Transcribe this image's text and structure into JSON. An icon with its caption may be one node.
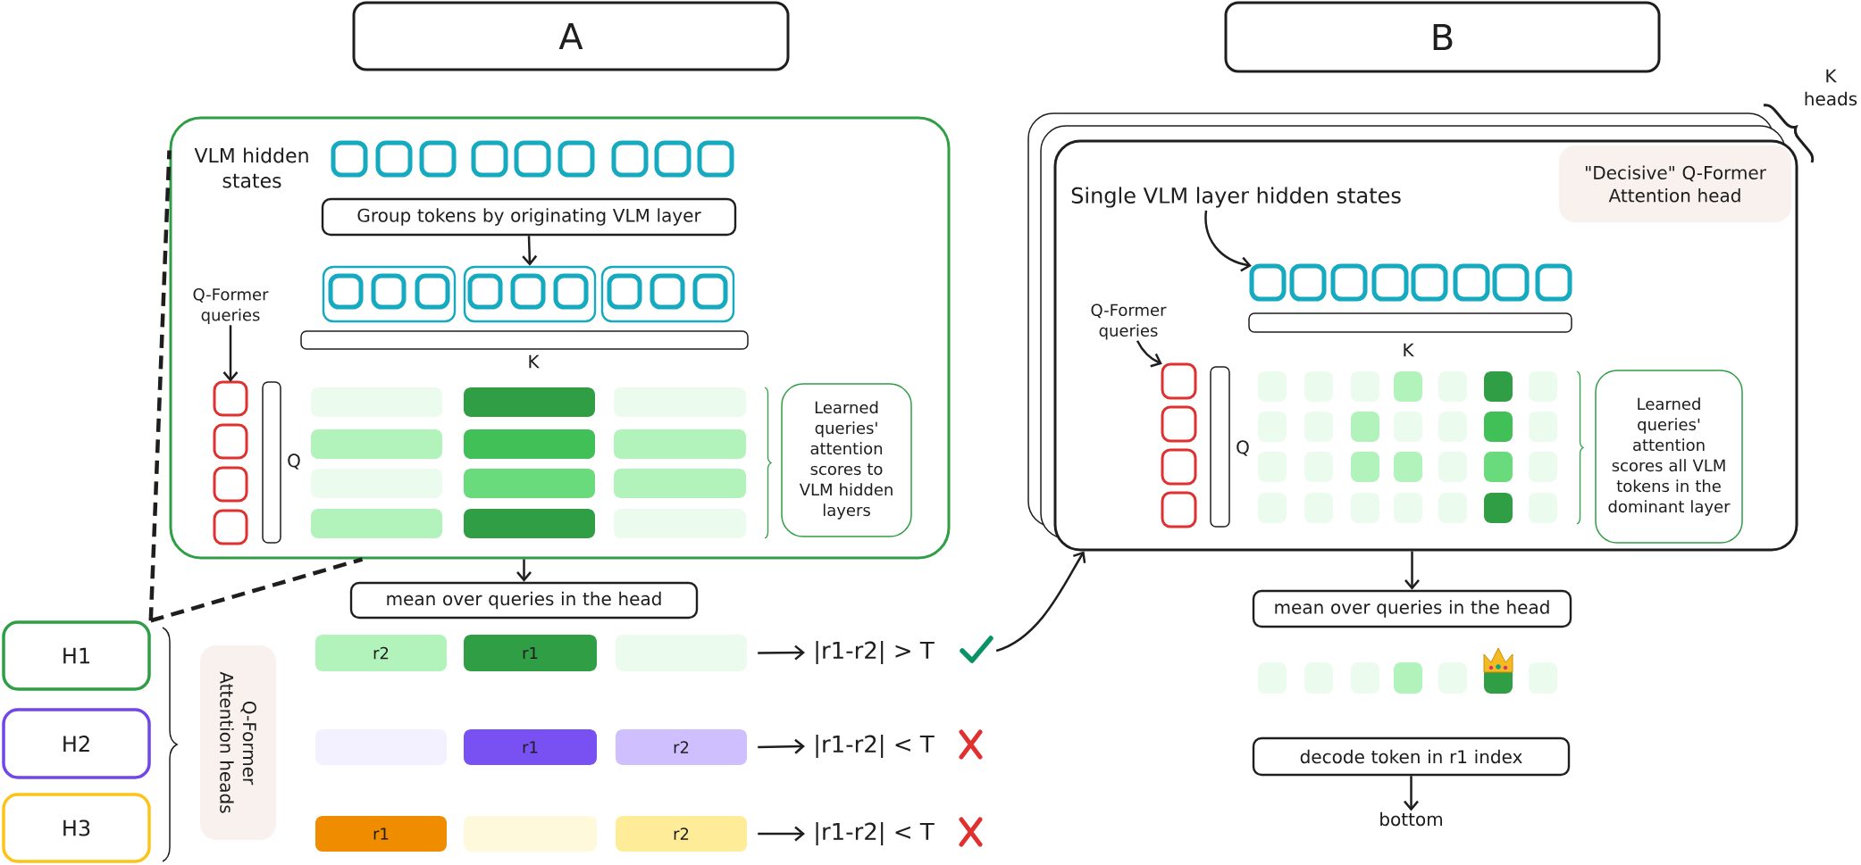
{
  "diagram": {
    "nodes": [
      {
        "text": [
          "A"
        ]
      },
      {
        "text": [
          "B"
        ]
      },
      {
        "text": [],
        "shape": "box"
      },
      {
        "text": [],
        "shape": "picture",
        "in": 2
      },
      {
        "text": [
          "Group tokens by originating VLM layer"
        ],
        "in": 2
      },
      {
        "text": [],
        "shape": "box",
        "in": 2
      },
      {
        "text": [],
        "shape": "box",
        "in": 2
      },
      {
        "text": [],
        "shape": "box",
        "in": 2
      },
      {
        "text": [
          "Q-Former queries"
        ],
        "in": 2
      },
      {
        "text": [],
        "shape": "picture",
        "in": 2
      },
      {
        "text": [
          "Learned queries' attention scores to VLM hidden layers"
        ],
        "in": 2
      },
      {
        "text": [
          "mean over queries in the head"
        ]
      },
      {
        "text": [
          "H1"
        ]
      },
      {
        "text": [
          "H2"
        ]
      },
      {
        "text": [
          "H3"
        ]
      },
      {
        "text": [
          "Q-Former Attention heads"
        ]
      },
      {
        "text": [
          "r2"
        ]
      },
      {
        "text": [
          "r1"
        ]
      },
      {
        "text": [],
        "shape": "bar"
      },
      {
        "text": [
          "|r1-r2| > T"
        ]
      },
      {
        "text": [],
        "shape": "checkmark"
      },
      {
        "text": [],
        "shape": "bar"
      },
      {
        "text": [
          "r1"
        ]
      },
      {
        "text": [
          "r2"
        ]
      },
      {
        "text": [
          "|r1-r2| < T"
        ]
      },
      {
        "text": [
          "r1"
        ]
      },
      {
        "text": [],
        "shape": "bar"
      },
      {
        "text": [
          "r2"
        ]
      },
      {
        "text": [
          "|r1-r2| < T"
        ]
      },
      {
        "text": [],
        "shape": "box"
      },
      {
        "text": [
          "\"Decisive\" Q-Former Attention head"
        ],
        "in": 29
      },
      {
        "text": [
          "Single VLM layer hidden states"
        ],
        "in": 29
      },
      {
        "text": [],
        "shape": "picture",
        "in": 29
      },
      {
        "text": [
          "Q-Former queries"
        ],
        "in": 29
      },
      {
        "text": [],
        "shape": "picture",
        "in": 29
      },
      {
        "text": [
          "Learned queries' attention scores all VLM tokens in the dominant layer"
        ],
        "in": 29
      },
      {
        "text": [
          "mean over queries in the head"
        ]
      },
      {
        "text": [
          "decode token in r1 index"
        ]
      },
      {
        "text": [
          "bottom"
        ]
      }
    ],
    "edges": [
      {
        "from": 4,
        "to": 6,
        "arrow": "to"
      },
      {
        "from": 8,
        "to": 9,
        "arrow": "to"
      },
      {
        "from": 2,
        "to": 11,
        "arrow": "to"
      },
      {
        "from": 12,
        "to": 2,
        "arrow": "none",
        "style": "dashed"
      },
      {
        "from": 12,
        "to": 2,
        "arrow": "none",
        "style": "dashed"
      },
      {
        "from": 18,
        "to": 19,
        "arrow": "to"
      },
      {
        "from": 23,
        "to": 24,
        "arrow": "to"
      },
      {
        "from": 27,
        "to": 28,
        "arrow": "to"
      },
      {
        "from": 20,
        "to": 29,
        "arrow": "to"
      },
      {
        "from": 31,
        "to": 32,
        "arrow": "to"
      },
      {
        "from": 33,
        "to": 34,
        "arrow": "to"
      },
      {
        "from": 29,
        "to": 36,
        "arrow": "to"
      },
      {
        "from": 37,
        "to": 38,
        "arrow": "to"
      }
    ],
    "labels": [
      "VLM hidden states",
      "K",
      "Q",
      "K heads",
      "K",
      "Q"
    ]
  }
}
